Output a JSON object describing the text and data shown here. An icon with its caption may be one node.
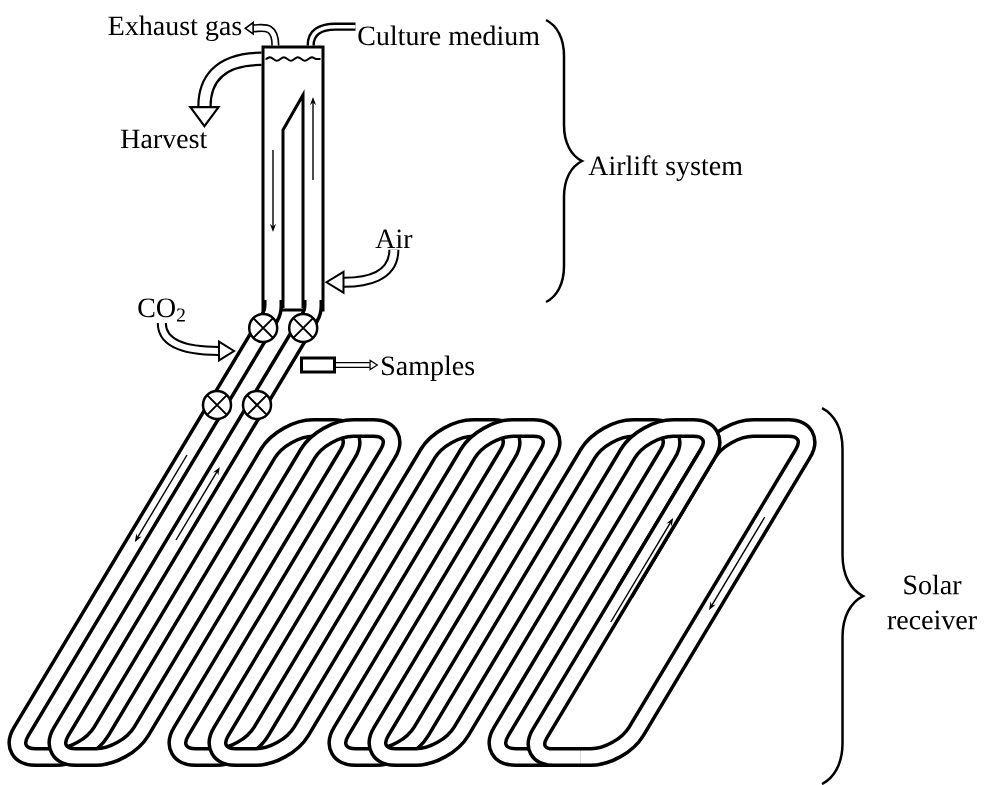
{
  "diagram": {
    "nodes": [
      {
        "text": [
          "Exhaust gas"
        ]
      },
      {
        "text": [
          "Culture medium"
        ]
      },
      {
        "text": [],
        "shape": "box"
      },
      {
        "text": [
          "Harvest"
        ]
      },
      {
        "text": [
          "Air"
        ]
      },
      {
        "text": [
          "CO$_{2}$"
        ]
      },
      {
        "text": [],
        "shape": "box"
      },
      {
        "text": [
          "Samples"
        ]
      }
    ],
    "edges": [
      {
        "from": 2,
        "to": 0,
        "arrow": "to"
      },
      {
        "from": 1,
        "to": 2,
        "arrow": "none"
      },
      {
        "from": 2,
        "to": 3,
        "arrow": "to"
      },
      {
        "from": 4,
        "to": 2,
        "arrow": "to"
      },
      {
        "from": 5,
        "to": null,
        "arrow": "to"
      },
      {
        "from": 6,
        "to": 7,
        "arrow": "to"
      }
    ],
    "labels": [
      "Airlift system",
      "Solar receiver"
    ]
  }
}
